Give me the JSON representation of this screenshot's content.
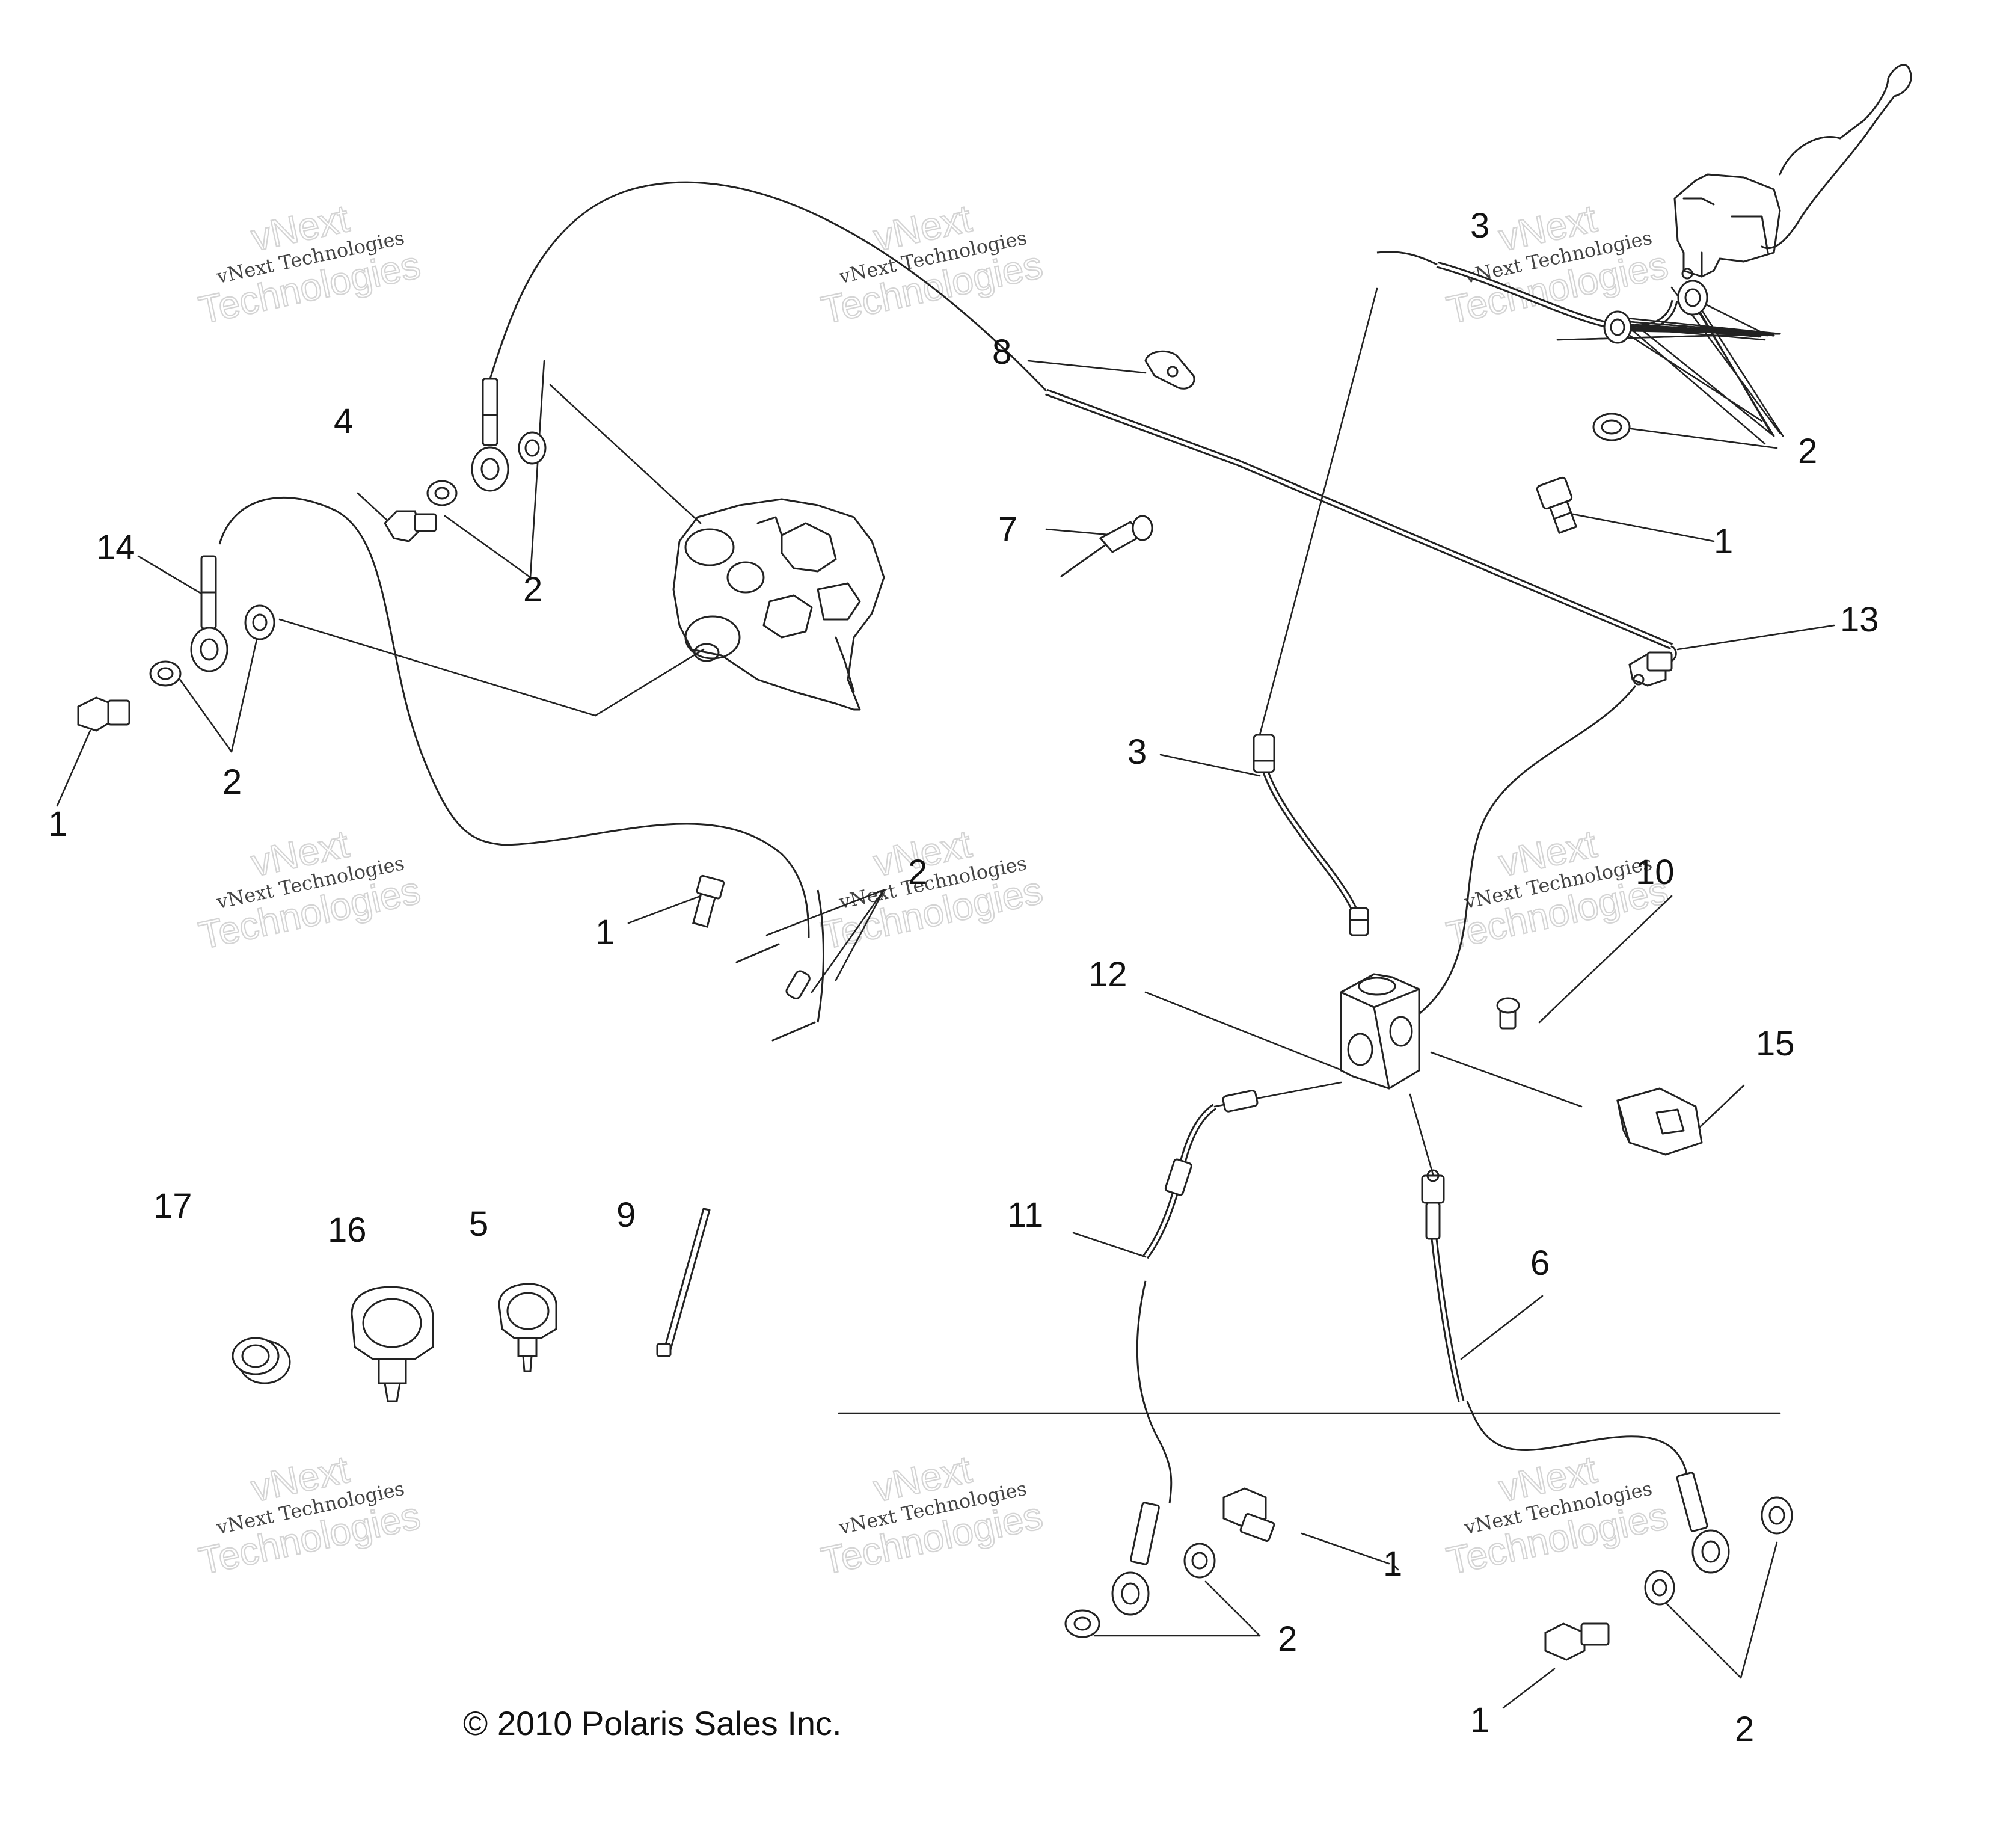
{
  "diagram": {
    "copyright": "© 2010 Polaris Sales Inc.",
    "watermark": {
      "line1": "vNext",
      "line2": "vNext Technologies",
      "line3": "Technologies"
    },
    "callouts": {
      "c1": "3",
      "c2": "2",
      "c3": "2",
      "c4": "1",
      "c5": "4",
      "c6": "2",
      "c7": "8",
      "c8": "7",
      "c9": "14",
      "c10": "13",
      "c11": "2",
      "c12": "1",
      "c13": "3",
      "c14": "1",
      "c15": "2",
      "c16": "10",
      "c17": "12",
      "c18": "15",
      "c19": "17",
      "c20": "16",
      "c21": "5",
      "c22": "9",
      "c23": "11",
      "c24": "6",
      "c25": "1",
      "c26": "2",
      "c27": "1",
      "c28": "2"
    }
  }
}
